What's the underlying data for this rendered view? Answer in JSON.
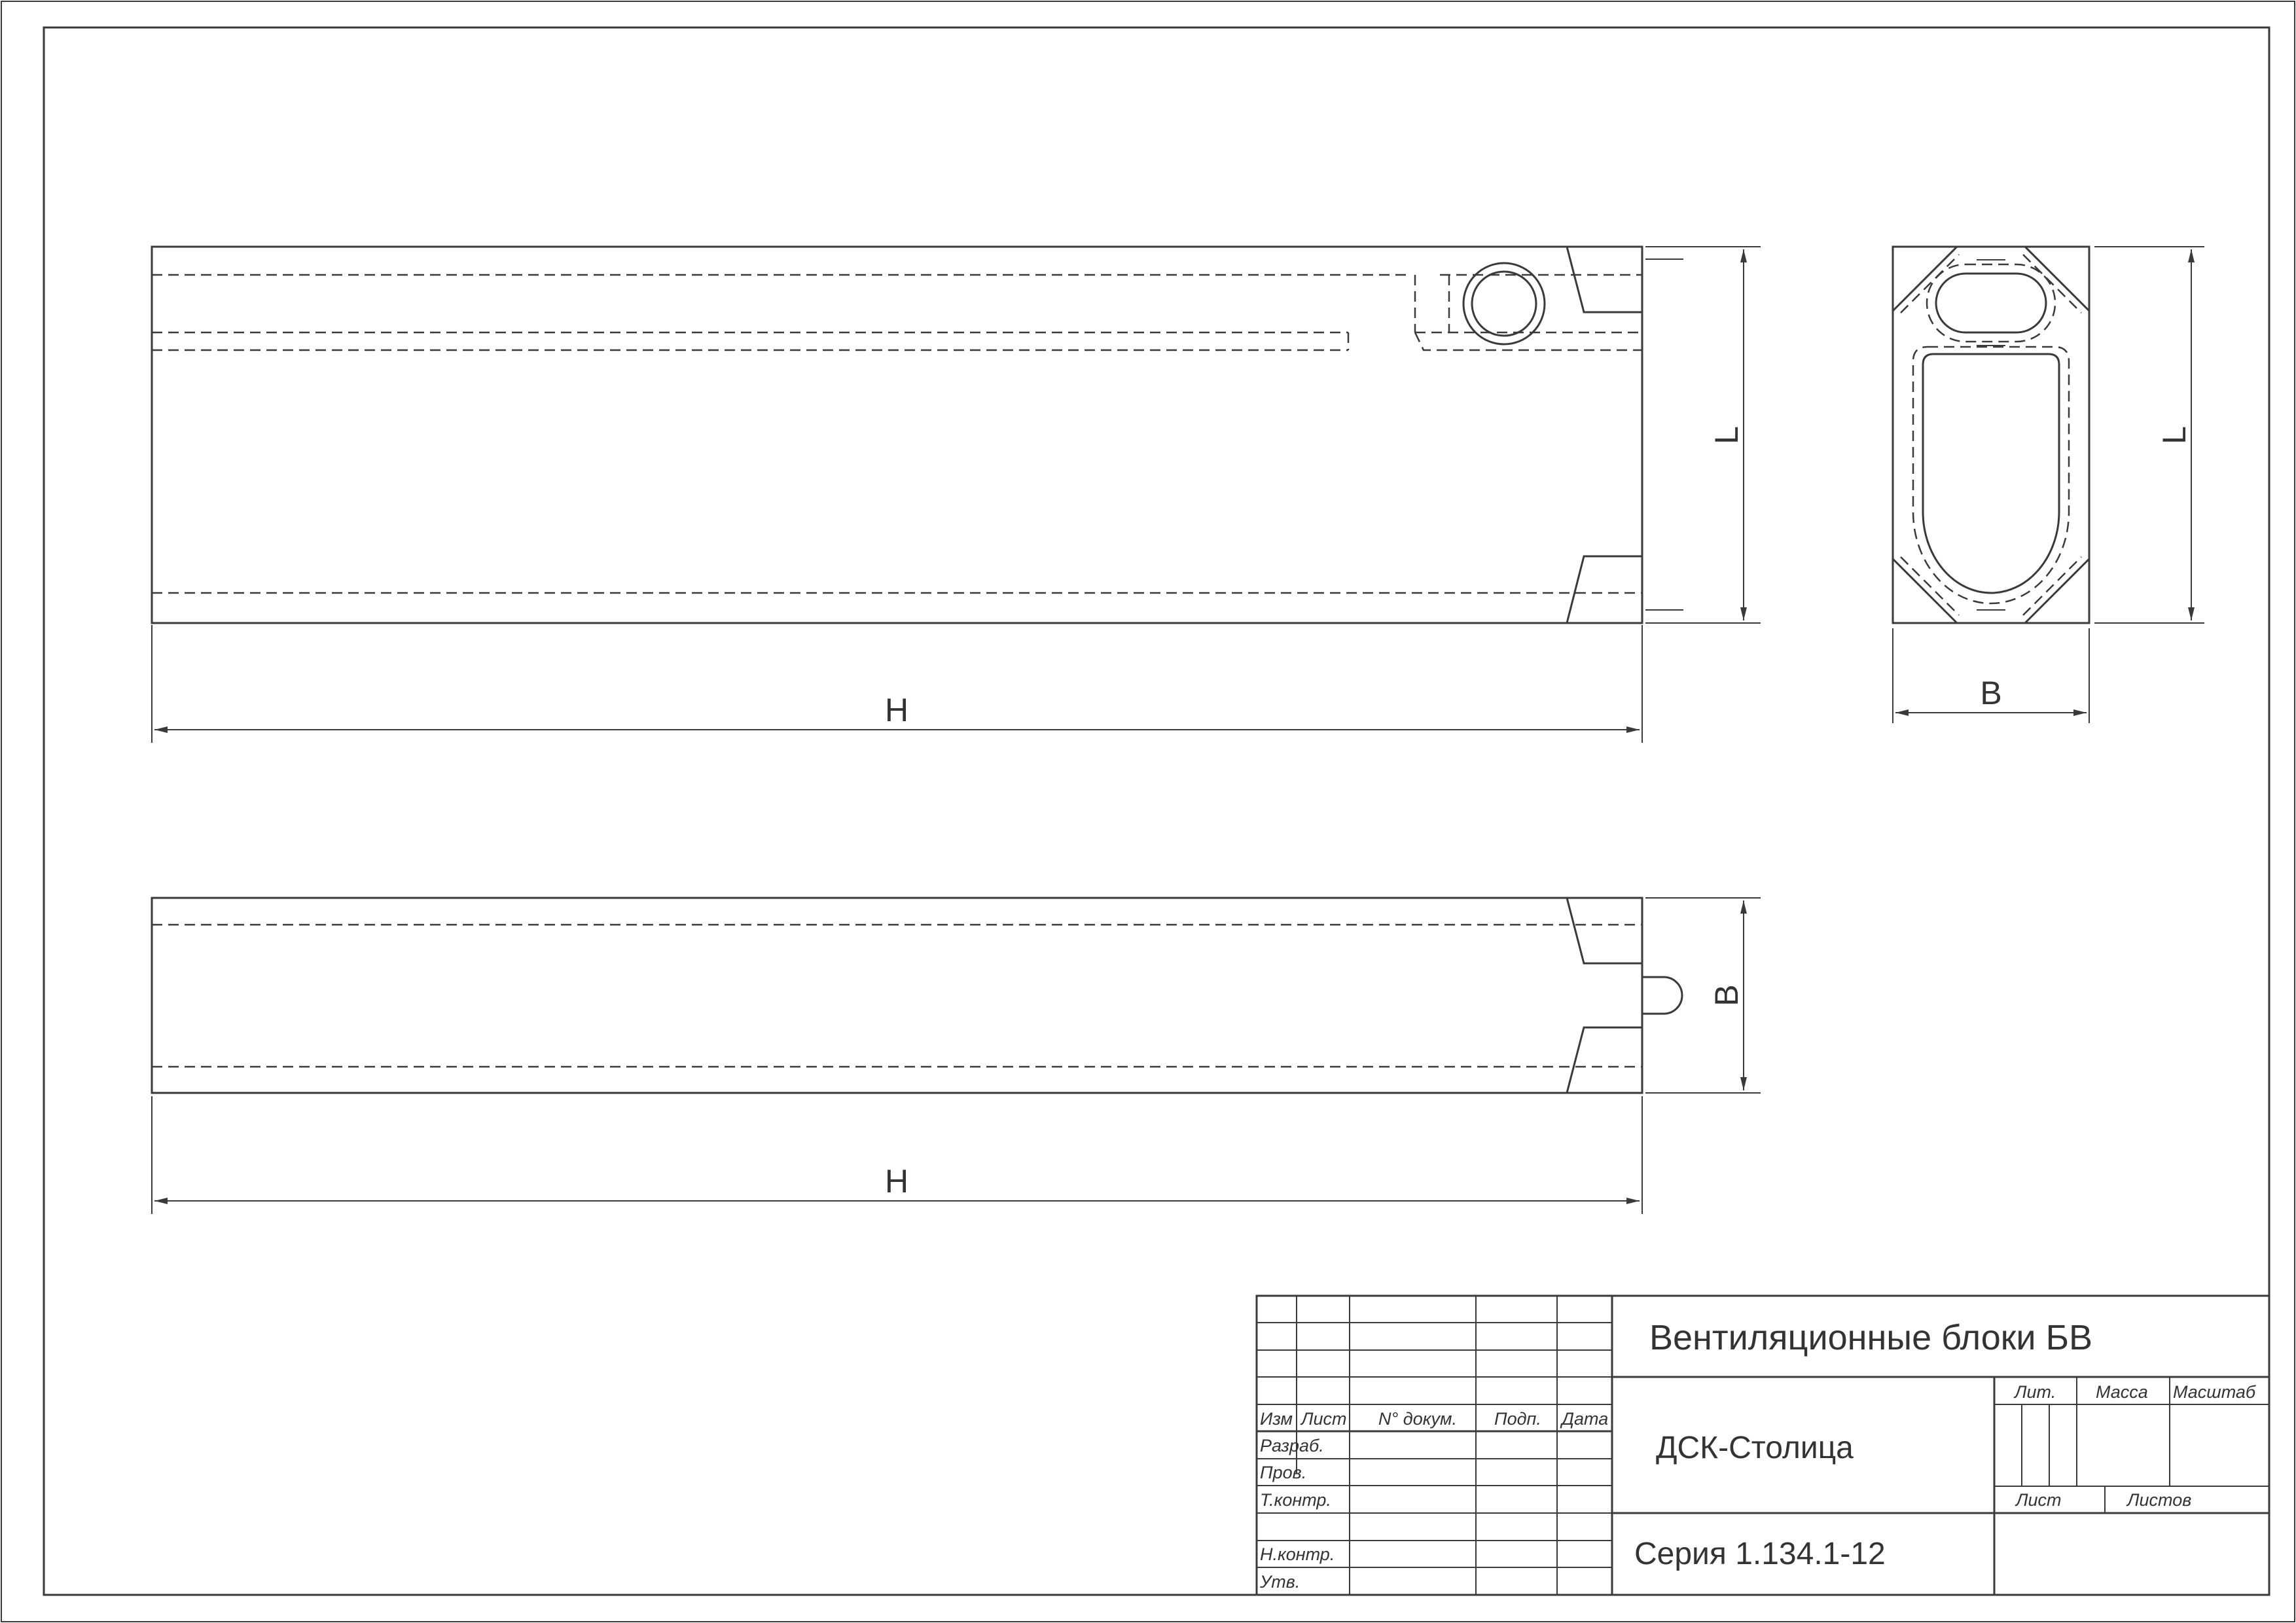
{
  "colors": {
    "line": "#3a3a3a",
    "text": "#333333",
    "background": "#ffffff"
  },
  "dimensions": {
    "front_length": "H",
    "front_height": "L",
    "side_width": "B",
    "side_height": "L",
    "plan_length": "H",
    "plan_width": "B"
  },
  "title_block": {
    "title": "Вентиляционные блоки БВ",
    "organization": "ДСК-Столица",
    "series": "Серия 1.134.1-12",
    "col_izm": "Изм",
    "col_list": "Лист",
    "col_doc": "N° докум.",
    "col_sign": "Подп.",
    "col_date": "Дата",
    "row_razrab": "Разраб.",
    "row_prov": "Пров.",
    "row_tkontr": "Т.контр.",
    "row_nkontr": "Н.контр.",
    "row_utv": "Утв.",
    "lit": "Лит.",
    "massa": "Масса",
    "masshtab": "Масштаб",
    "sheet": "Лист",
    "sheets": "Листов"
  }
}
